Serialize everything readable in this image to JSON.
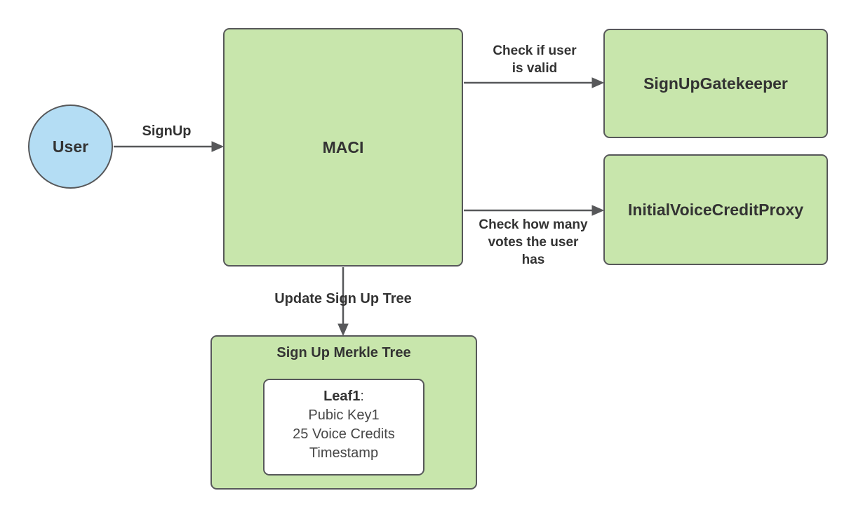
{
  "colors": {
    "stroke": "#57585a",
    "text": "#333333",
    "leaf_text": "#474747",
    "node_green": "#c8e6ac",
    "node_blue": "#b4ddf4",
    "bg": "#ffffff"
  },
  "nodes": {
    "user": {
      "label": "User"
    },
    "maci": {
      "label": "MACI"
    },
    "signup_gatekeeper": {
      "label": "SignUpGatekeeper"
    },
    "initial_voice_credit_proxy": {
      "label": "InitialVoiceCreditProxy"
    },
    "signup_merkle_tree": {
      "title": "Sign Up Merkle Tree",
      "leaf": {
        "name": "Leaf1",
        "colon": ":",
        "lines": [
          "Pubic Key1",
          "25 Voice Credits",
          "Timestamp"
        ]
      }
    }
  },
  "edges": {
    "signup": {
      "label": "SignUp"
    },
    "check_valid": {
      "lines": [
        "Check if user",
        "is valid"
      ]
    },
    "check_votes": {
      "lines": [
        "Check how many",
        "votes the user",
        "has"
      ]
    },
    "update_tree": {
      "label": "Update Sign Up Tree"
    }
  }
}
